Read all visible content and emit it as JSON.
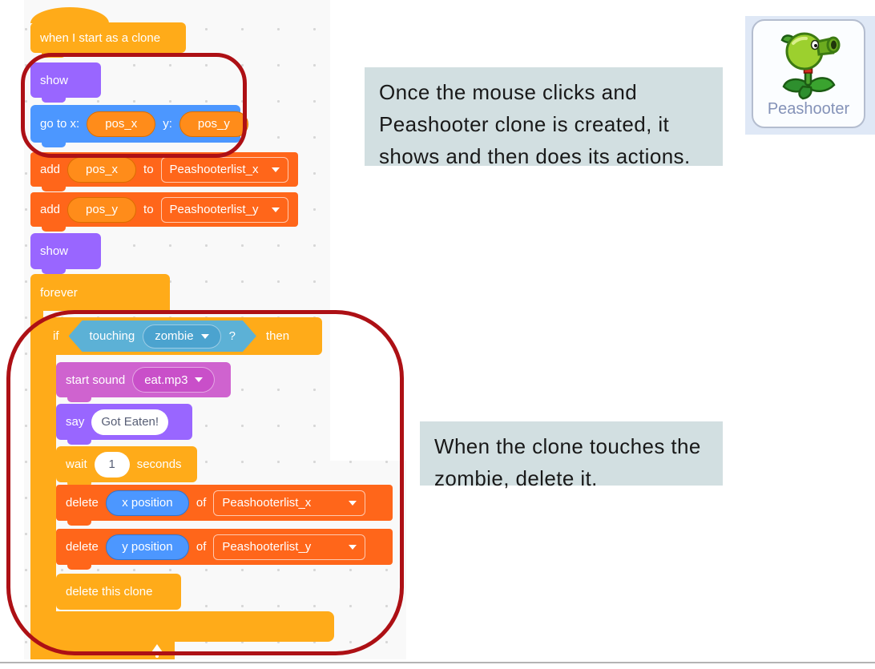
{
  "script": {
    "hat": {
      "label": "when I start as a clone"
    },
    "show1": {
      "label": "show"
    },
    "goto": {
      "label_x": "go to x:",
      "var_x": "pos_x",
      "label_y": "y:",
      "var_y": "pos_y"
    },
    "add_x": {
      "op": "add",
      "var": "pos_x",
      "to": "to",
      "list": "Peashooterlist_x"
    },
    "add_y": {
      "op": "add",
      "var": "pos_y",
      "to": "to",
      "list": "Peashooterlist_y"
    },
    "show2": {
      "label": "show"
    },
    "forever": {
      "label": "forever"
    },
    "if": {
      "label_if": "if",
      "label_then": "then",
      "condition": "touching",
      "dropdown": "zombie",
      "question": "?"
    },
    "start_sound": {
      "label": "start sound",
      "sound": "eat.mp3"
    },
    "say": {
      "label": "say",
      "message": "Got Eaten!"
    },
    "wait": {
      "label": "wait",
      "value": "1",
      "unit": "seconds"
    },
    "delete_x": {
      "op": "delete",
      "reporter": "x position",
      "of": "of",
      "list": "Peashooterlist_x"
    },
    "delete_y": {
      "op": "delete",
      "reporter": "y position",
      "of": "of",
      "list": "Peashooterlist_y"
    },
    "delete_clone": {
      "label": "delete this clone"
    }
  },
  "callouts": [
    {
      "text": "Once the mouse clicks and Peashooter clone is created, it shows and then does its actions."
    },
    {
      "text": "When the clone touches the zombie, delete it."
    }
  ],
  "sprite_card": {
    "label": "Peashooter"
  },
  "colors": {
    "control": "#FFAB19",
    "motion": "#4C97FF",
    "looks": "#9966FF",
    "sound": "#CF63CF",
    "sensing": "#5CB1D6",
    "list": "#FF661A",
    "variable": "#FF8C1A",
    "annotation": "#AD1015",
    "callout_bg": "#d2dfe1",
    "workspace_bg": "#f9f9f9",
    "sprite_panel_bg": "#dfe8f6"
  }
}
